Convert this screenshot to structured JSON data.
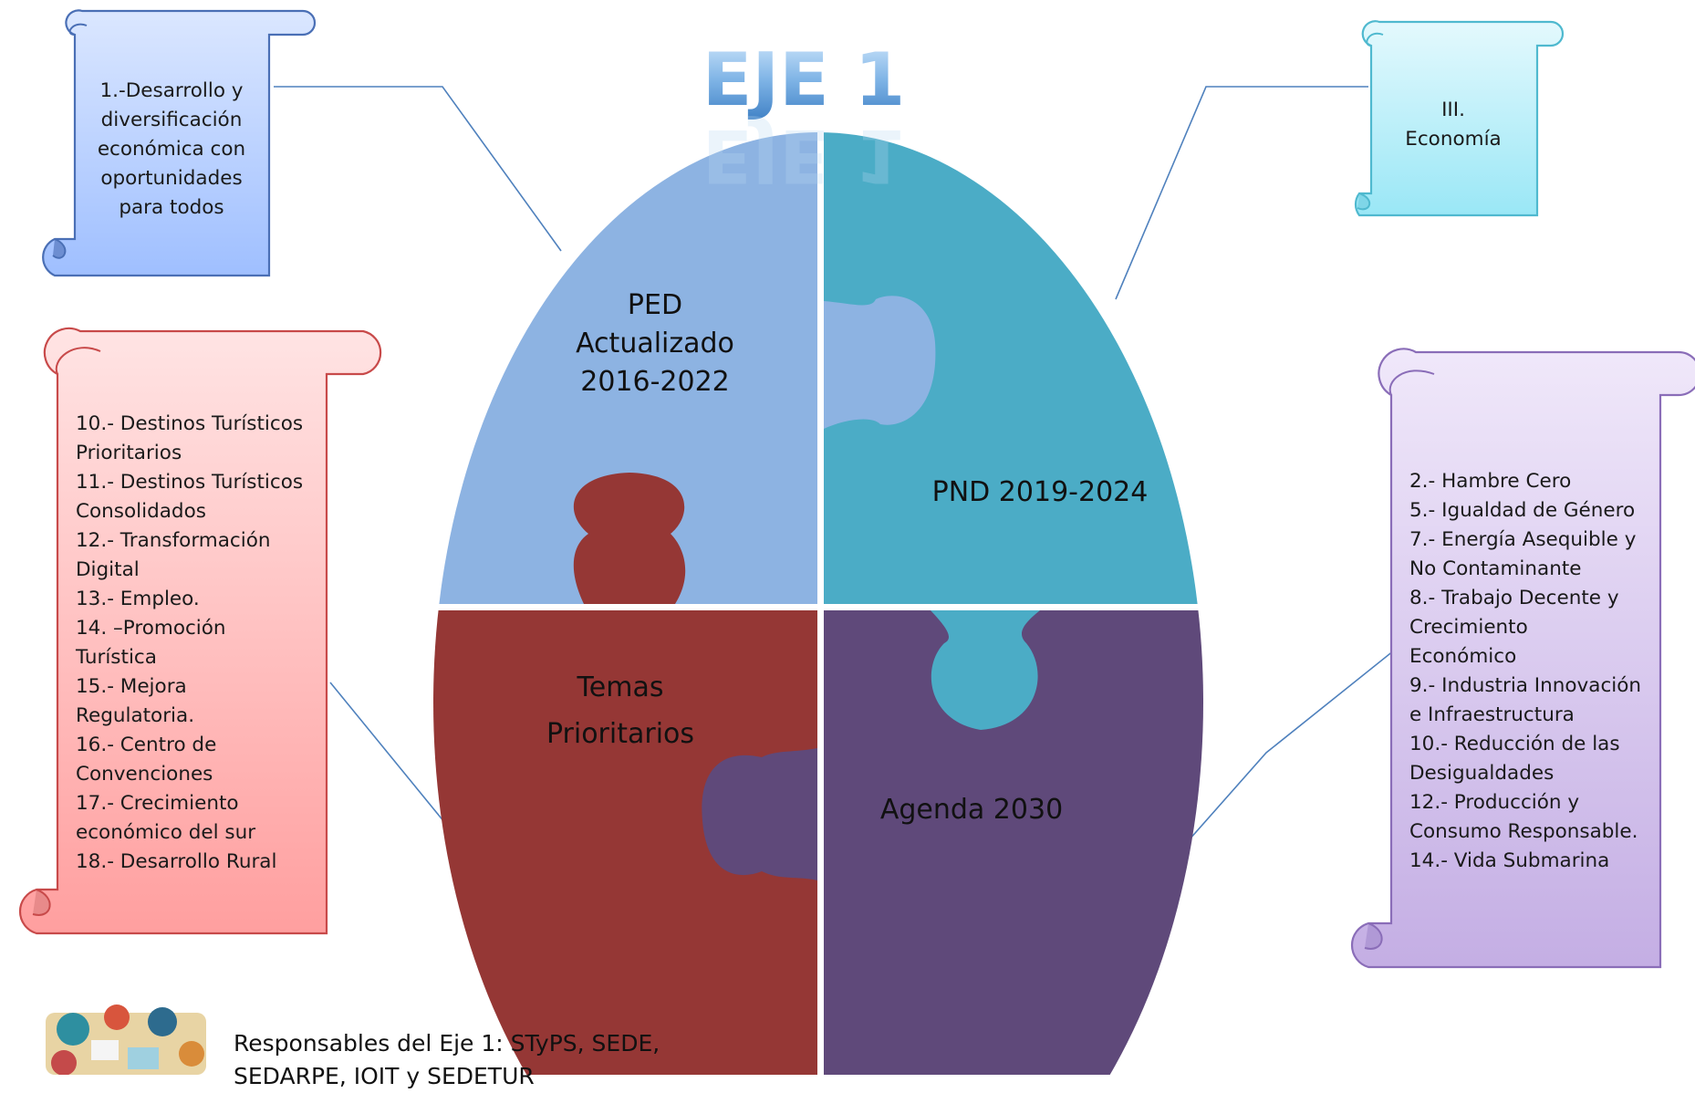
{
  "title": "EJE 1",
  "pieces": {
    "top_left": "PED Actualizado 2016-2022",
    "top_right": "PND 2019-2024",
    "bottom_left": "Temas Prioritarios",
    "bottom_right": "Agenda 2030"
  },
  "scrolls": {
    "blue": {
      "color": "#a9c6ff",
      "lines": [
        "1.-Desarrollo y",
        "diversificación",
        "económica con",
        "oportunidades",
        "para todos"
      ]
    },
    "cyan": {
      "color": "#a8ecf8",
      "lines": [
        "III.",
        "Economía"
      ]
    },
    "red": {
      "color": "#ffb3b3",
      "lines": [
        "10.- Destinos Turísticos",
        "Prioritarios",
        "11.- Destinos Turísticos",
        "Consolidados",
        "12.- Transformación",
        "Digital",
        "13.- Empleo.",
        "14. –Promoción",
        "Turística",
        "15.- Mejora",
        "Regulatoria.",
        "16.- Centro de",
        "Convenciones",
        "17.- Crecimiento",
        "económico del sur",
        "18.- Desarrollo Rural"
      ]
    },
    "purple": {
      "color": "#d6c6ec",
      "lines": [
        "2.- Hambre Cero",
        "5.- Igualdad de Género",
        "7.- Energía Asequible y",
        "No Contaminante",
        "8.- Trabajo Decente y",
        "Crecimiento",
        "Económico",
        "9.- Industria Innovación",
        "e Infraestructura",
        "10.- Reducción de las",
        "Desigualdades",
        "12.- Producción y",
        "Consumo Responsable.",
        "14.- Vida Submarina"
      ]
    }
  },
  "footer": "Responsables del Eje 1:  STyPS, SEDE, SEDARPE, IOIT y SEDETUR",
  "colors": {
    "title": "#8fc2ec",
    "piece_top_left": "#8db3e2",
    "piece_top_right": "#4bacc6",
    "piece_bottom_left": "#953735",
    "piece_bottom_right": "#5f497a",
    "connector": "#4f81bd"
  },
  "icons": [
    "team-meeting-icon"
  ]
}
